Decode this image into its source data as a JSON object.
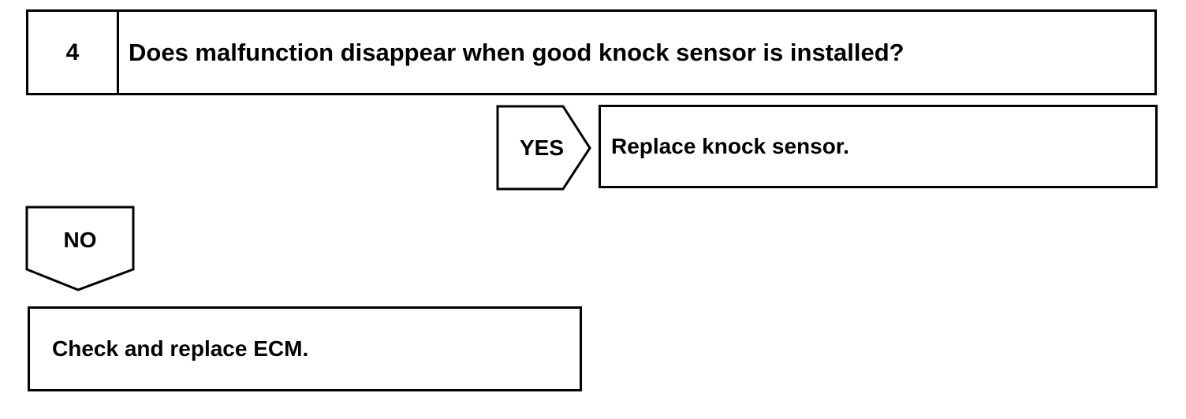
{
  "step": {
    "number": "4",
    "question": "Does malfunction disappear when good knock sensor is installed?"
  },
  "yes_branch": {
    "label": "YES",
    "result": "Replace knock sensor."
  },
  "no_branch": {
    "label": "NO",
    "result": "Check and replace ECM."
  },
  "colors": {
    "line": "#000000",
    "background": "#ffffff"
  }
}
